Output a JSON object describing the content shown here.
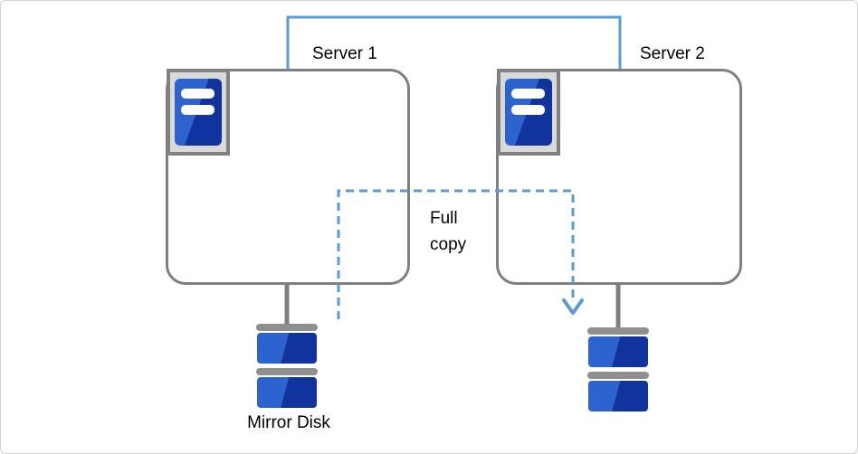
{
  "colors": {
    "connector_blue": "#5B9BD5",
    "outline_gray": "#7F7F7F",
    "cap_gray": "#8F8F8F",
    "icon_frame_fill": "#D9D9D9",
    "icon_blue_light": "#2D63CE",
    "icon_blue_dark": "#10339E"
  },
  "servers": {
    "server1": {
      "label": "Server 1"
    },
    "server2": {
      "label": "Server 2"
    }
  },
  "annotations": {
    "full_copy": "Full\ncopy",
    "mirror_disk": "Mirror Disk"
  },
  "icons": {
    "server_tower": "server-tower-icon",
    "disk_stack": "disk-stack-icon",
    "full_copy_arrow": "dashed-down-arrow-icon",
    "interconnect": "server-link-line"
  }
}
